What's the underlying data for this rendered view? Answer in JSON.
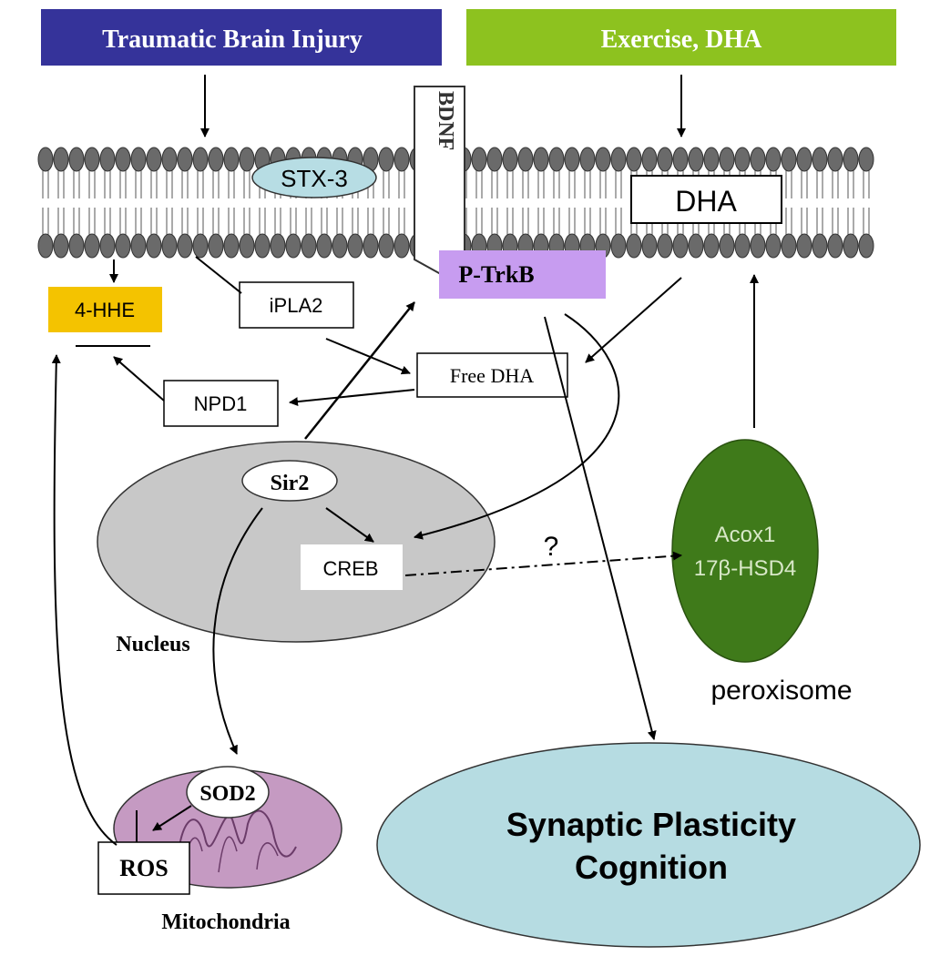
{
  "header": {
    "injury": "Traumatic Brain Injury",
    "treatment": "Exercise, DHA"
  },
  "membrane": {
    "stx3": "STX-3",
    "bdnf": "BDNF",
    "dha": "DHA",
    "ptrkb": "P-TrkB"
  },
  "nodes": {
    "hhe": "4-HHE",
    "ipla2": "iPLA2",
    "free_dha": "Free DHA",
    "npd1": "NPD1",
    "sir2": "Sir2",
    "creb": "CREB",
    "question": "?",
    "nucleus": "Nucleus",
    "sod2": "SOD2",
    "ros": "ROS",
    "mitochondria": "Mitochondria",
    "acox1": "Acox1",
    "hsd4": "17β-HSD4",
    "peroxisome": "peroxisome",
    "synaptic": "Synaptic Plasticity",
    "cognition": "Cognition"
  },
  "colors": {
    "injury": "#35339a",
    "treatment": "#8dc21f",
    "hhe": "#f4c300",
    "ptrkb": "#c79cf0",
    "stx3": "#b7dde4",
    "nucleus": "#c8c8c8",
    "mito": "#c59ac2",
    "peroxisome": "#3f7a1a",
    "synaptic": "#b6dce2"
  }
}
